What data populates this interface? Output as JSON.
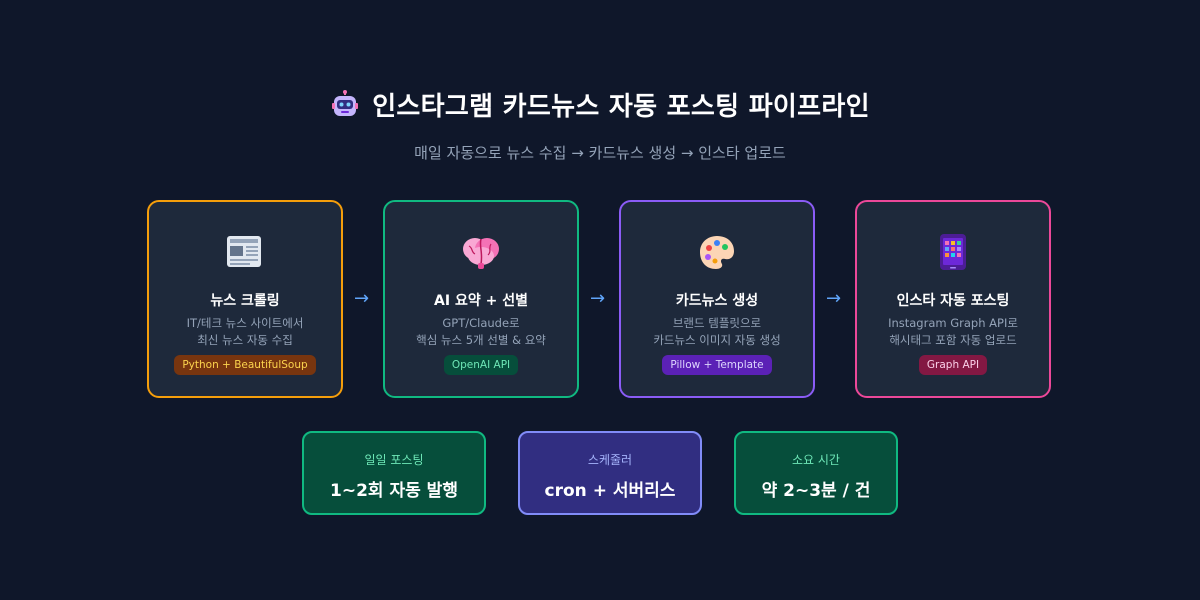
{
  "header": {
    "title": "인스타그램 카드뉴스 자동 포스팅 파이프라인",
    "subtitle": "매일 자동으로 뉴스 수집 → 카드뉴스 생성 → 인스타 업로드"
  },
  "steps": [
    {
      "title": "뉴스 크롤링",
      "desc_line1": "IT/테크 뉴스 사이트에서",
      "desc_line2": "최신 뉴스 자동 수집",
      "tag": "Python + BeautifulSoup",
      "icon": "newspaper-icon",
      "border": "#f59e0b",
      "tag_bg": "#78350f",
      "tag_fg": "#fcd34d"
    },
    {
      "title": "AI 요약 + 선별",
      "desc_line1": "GPT/Claude로",
      "desc_line2": "핵심 뉴스 5개 선별 & 요약",
      "tag": "OpenAI API",
      "icon": "brain-icon",
      "border": "#10b981",
      "tag_bg": "#064e3b",
      "tag_fg": "#6ee7b7"
    },
    {
      "title": "카드뉴스 생성",
      "desc_line1": "브랜드 템플릿으로",
      "desc_line2": "카드뉴스 이미지 자동 생성",
      "tag": "Pillow + Template",
      "icon": "palette-icon",
      "border": "#8b5cf6",
      "tag_bg": "#5b21b6",
      "tag_fg": "#ddd6fe"
    },
    {
      "title": "인스타 자동 포스팅",
      "desc_line1": "Instagram Graph API로",
      "desc_line2": "해시태그 포함 자동 업로드",
      "tag": "Graph API",
      "icon": "phone-icon",
      "border": "#ec4899",
      "tag_bg": "#831843",
      "tag_fg": "#fbcfe8"
    }
  ],
  "arrow": "→",
  "stats": [
    {
      "label": "일일 포스팅",
      "value": "1~2회 자동 발행",
      "border": "#10b981",
      "bg": "#064e3b",
      "label_color": "#6ee7b7"
    },
    {
      "label": "스케줄러",
      "value": "cron + 서버리스",
      "border": "#818cf8",
      "bg": "#312e81",
      "label_color": "#a5b4fc"
    },
    {
      "label": "소요 시간",
      "value": "약 2~3분 / 건",
      "border": "#10b981",
      "bg": "#064e3b",
      "label_color": "#6ee7b7"
    }
  ]
}
